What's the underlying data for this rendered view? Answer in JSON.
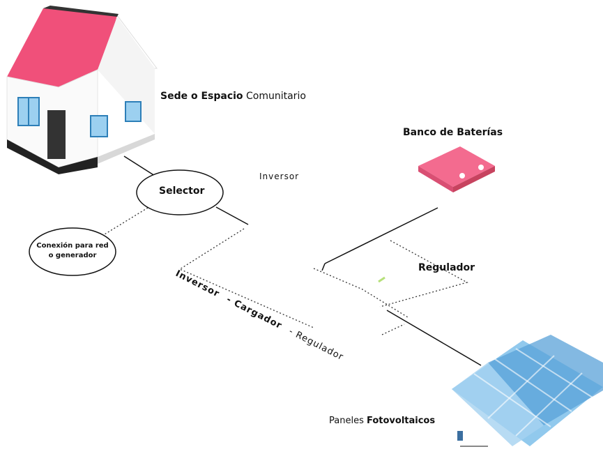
{
  "labels": {
    "sede_bold": "Sede o Espacio",
    "sede_rest": "Comunitario",
    "banco": "Banco de Baterías",
    "inversor": "Inversor",
    "selector": "Selector",
    "conexion_line1": "Conexión para red",
    "conexion_line2": "o generador",
    "regulador": "Regulador",
    "icr_part1": "Inversor",
    "icr_part2": "- Cargador",
    "icr_part3": "- Regulador",
    "paneles_regular": "Paneles",
    "paneles_bold": "Fotovoltaicos"
  },
  "colors": {
    "roof": "#f0507a",
    "battery": "#f36b8f",
    "panel": "#6fb3e3",
    "line": "#111111"
  }
}
